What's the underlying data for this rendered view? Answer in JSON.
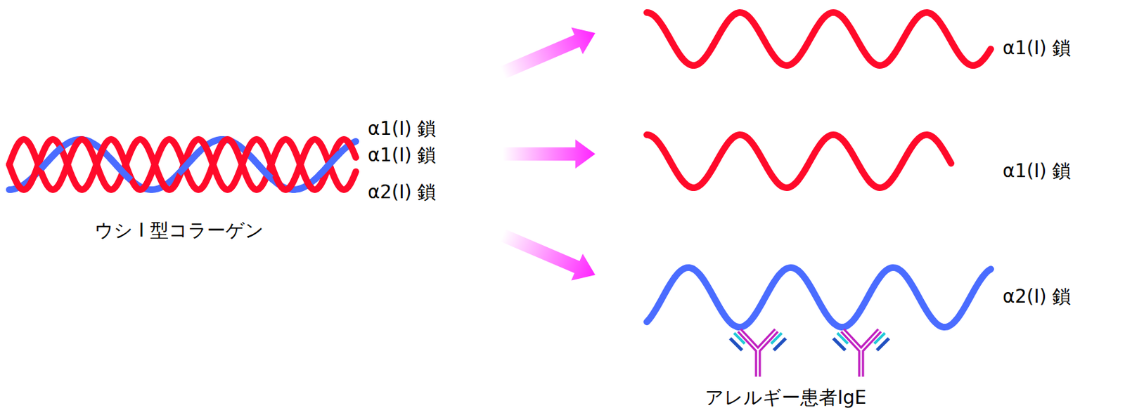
{
  "diagram": {
    "labels": [
      "α1(I) 鎖",
      "α1(I) 鎖",
      "α2(I) 鎖",
      "ウシ I 型コラーゲン",
      "α1(I) 鎖",
      "α1(I) 鎖",
      "α2(I) 鎖",
      "アレルギー患者IgE"
    ]
  }
}
